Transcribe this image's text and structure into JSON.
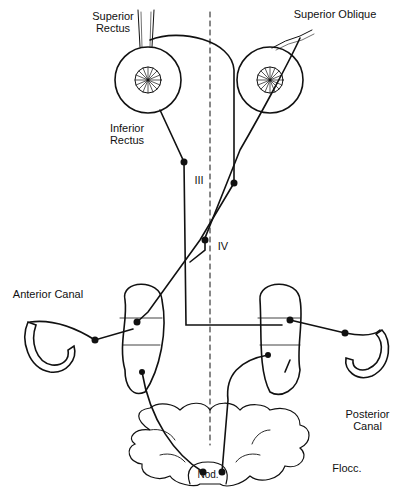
{
  "diagram": {
    "labels": [
      "Superior Rectus",
      "Superior Oblique",
      "Inferior Rectus",
      "III",
      "IV",
      "Anterior Canal",
      "Posterior Canal",
      "Flocc.",
      "Nod."
    ]
  }
}
